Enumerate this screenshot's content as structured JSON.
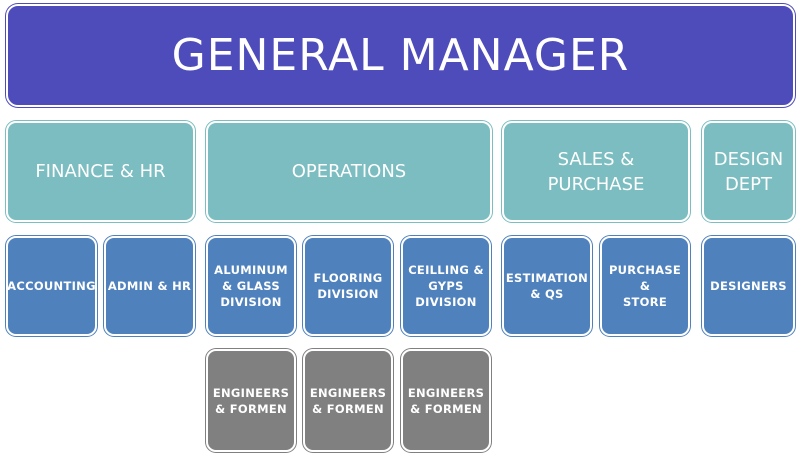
{
  "general_manager": "GENERAL MANAGER",
  "departments": [
    "FINANCE & HR",
    "OPERATIONS",
    "SALES &\nPURCHASE",
    "DESIGN\nDEPT"
  ],
  "units": [
    "ACCOUNTING",
    "ADMIN & HR",
    "ALUMINUM\n&  GLASS\nDIVISION",
    "FLOORING\nDIVISION",
    "CEILLING &\nGYPS\nDIVISION",
    "ESTIMATION\n& QS",
    "PURCHASE &\nSTORE",
    "DESIGNERS"
  ],
  "crews": [
    "ENGINEERS\n& FORMEN",
    "ENGINEERS\n& FORMEN",
    "ENGINEERS\n& FORMEN"
  ],
  "colors": {
    "gm": "#4e4bba",
    "department": "#7bbdc0",
    "unit": "#4f81bd",
    "crew": "#808080"
  }
}
